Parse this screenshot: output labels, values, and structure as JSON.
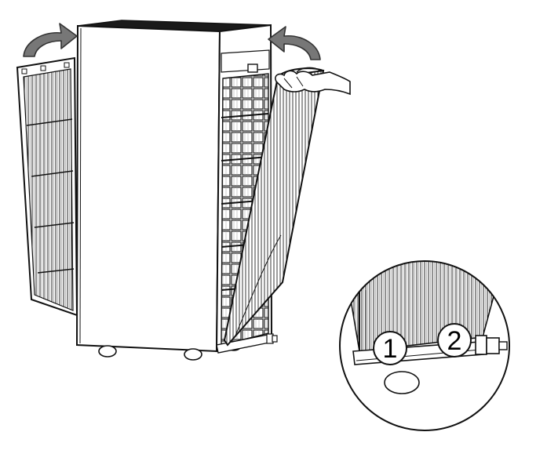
{
  "figure": {
    "kind": "assembly-illustration",
    "colors": {
      "line": "#111111",
      "arrow_fill": "#777777",
      "arrow_stroke": "#333333",
      "top_face": "#1a1a1a",
      "background": "#ffffff"
    },
    "icons": {
      "arrows": "curved-rotate-arrow",
      "detail": "magnifier-circle"
    }
  },
  "callouts": [
    {
      "label": "1"
    },
    {
      "label": "2"
    }
  ]
}
